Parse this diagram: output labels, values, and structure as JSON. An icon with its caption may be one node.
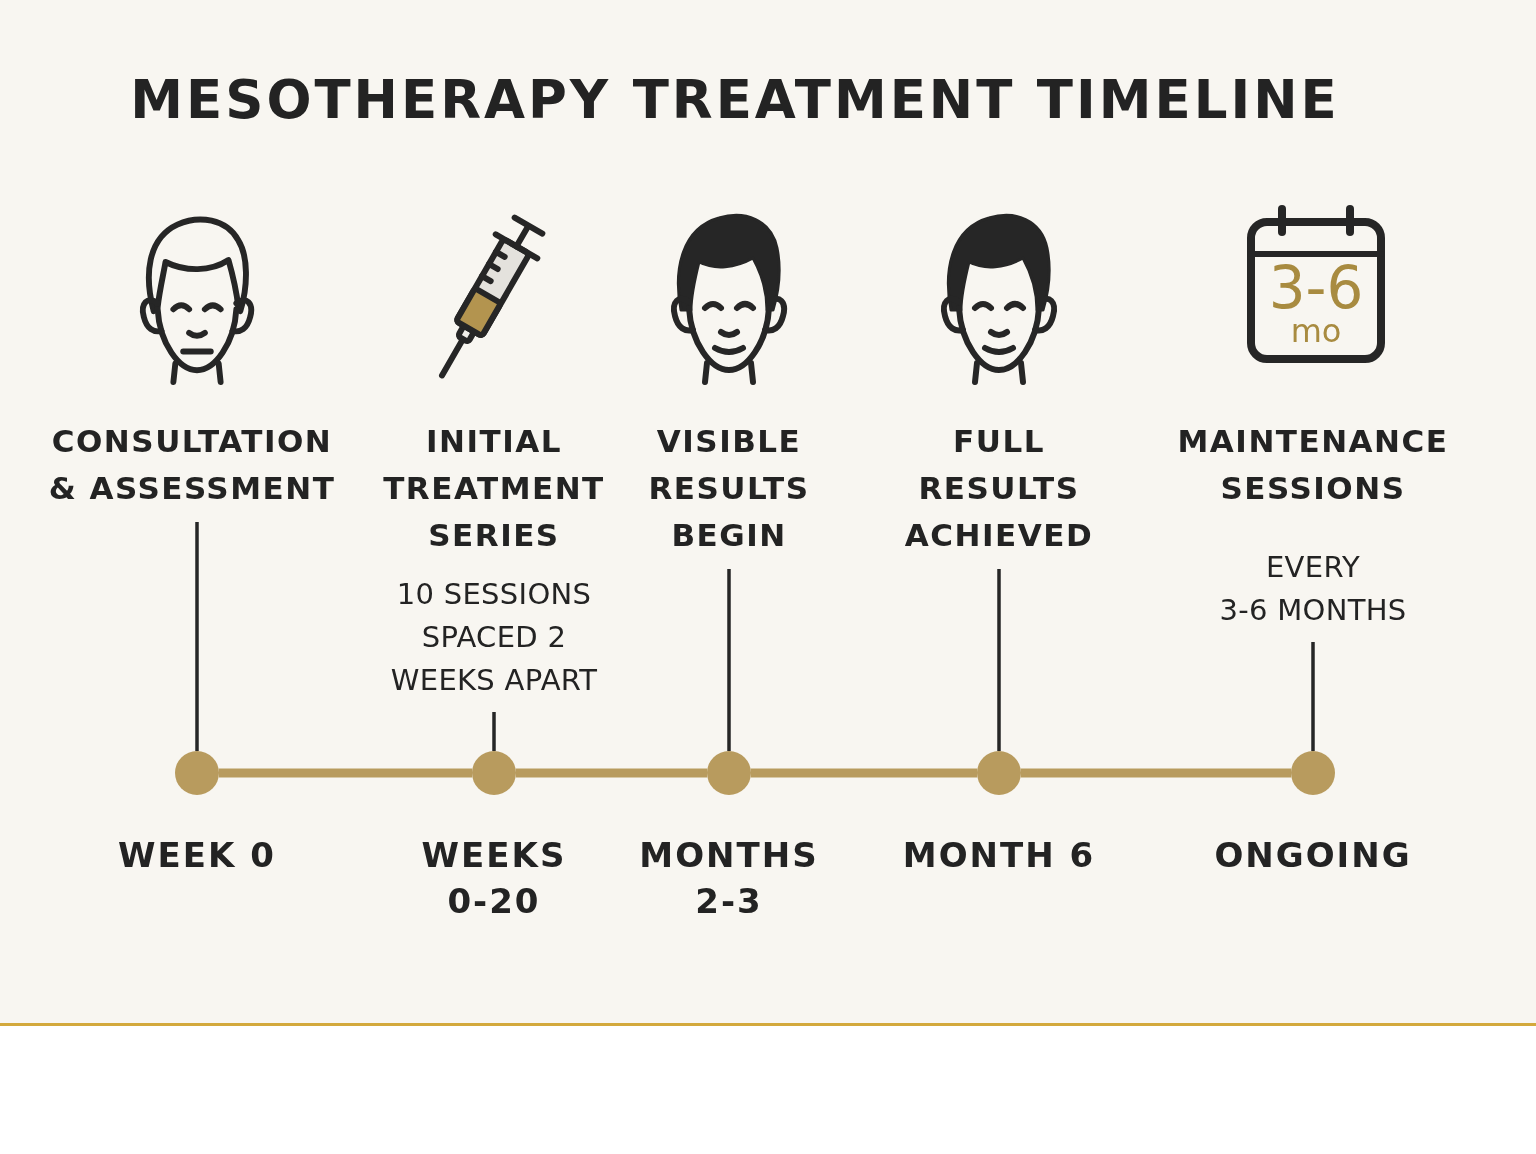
{
  "diagram": {
    "title": "MESOTHERAPY TREATMENT TIMELINE",
    "nodes": [
      {
        "text": [],
        "shape": "person"
      },
      {
        "text": [],
        "shape": "picture"
      },
      {
        "text": [],
        "shape": "person"
      },
      {
        "text": [],
        "shape": "person"
      },
      {
        "text": [
          "3-6",
          "mo"
        ]
      },
      {
        "text": [
          "CONSULTATION & ASSESSMENT"
        ]
      },
      {
        "text": [
          "INITIAL TREATMENT SERIES",
          "10 SESSIONS SPACED 2 WEEKS APART"
        ]
      },
      {
        "text": [
          "VISIBLE RESULTS BEGIN"
        ]
      },
      {
        "text": [
          "FULL RESULTS ACHIEVED"
        ]
      },
      {
        "text": [
          "MAINTENANCE SESSIONS",
          "EVERY 3-6 MONTHS"
        ]
      },
      {
        "text": [],
        "shape": "circle",
        "beside": [
          "WEEK 0"
        ]
      },
      {
        "text": [],
        "shape": "circle",
        "beside": [
          "WEEKS 0-20"
        ]
      },
      {
        "text": [],
        "shape": "circle",
        "beside": [
          "MONTHS 2-3"
        ]
      },
      {
        "text": [],
        "shape": "circle",
        "beside": [
          "MONTH 6"
        ]
      },
      {
        "text": [],
        "shape": "circle",
        "beside": [
          "ONGOING"
        ]
      }
    ],
    "edges": [
      {
        "from": 5,
        "to": 10,
        "arrow": "none"
      },
      {
        "from": 6,
        "to": 11,
        "arrow": "none"
      },
      {
        "from": 7,
        "to": 12,
        "arrow": "none"
      },
      {
        "from": 8,
        "to": 13,
        "arrow": "none"
      },
      {
        "from": 9,
        "to": 14,
        "arrow": "none"
      },
      {
        "from": 10,
        "to": 11,
        "arrow": "none",
        "style": "thick",
        "color": "#b89b5e"
      },
      {
        "from": 11,
        "to": 12,
        "arrow": "none",
        "style": "thick",
        "color": "#b89b5e"
      },
      {
        "from": 12,
        "to": 13,
        "arrow": "none",
        "style": "thick",
        "color": "#b89b5e"
      },
      {
        "from": 13,
        "to": 14,
        "arrow": "none",
        "style": "thick",
        "color": "#b89b5e"
      }
    ]
  }
}
